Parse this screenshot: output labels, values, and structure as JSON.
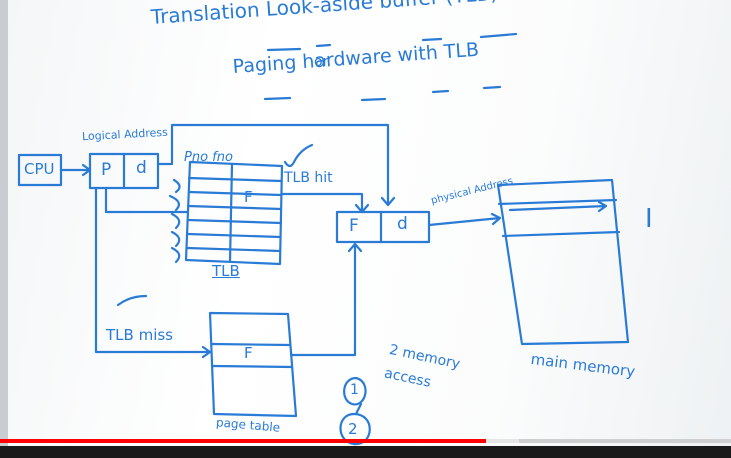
{
  "colors": {
    "ink": "#2a7bd6",
    "board": "#f7f9fa",
    "progress": "#ff0000",
    "controls": "#1a1a1a"
  },
  "heading": {
    "title": "Translation Look-aside buffer (TLB)",
    "or": "or",
    "subtitle": "Paging hardware with TLB"
  },
  "diagram": {
    "cpu": "CPU",
    "logical_address": "Logical Address",
    "p": "P",
    "d": "d",
    "tlb_header": "Pno fno",
    "tlb_f": "F",
    "tlb_label": "TLB",
    "tlb_hit": "TLB hit",
    "phys_f": "F",
    "phys_d": "d",
    "physical_address": "physical Address",
    "tlb_miss": "TLB miss",
    "page_table_f": "F",
    "page_table": "page table",
    "memory_access": "2 memory access",
    "main_memory": "main memory",
    "circle_1": "1",
    "circle_2": "2",
    "marker": "I"
  },
  "video": {
    "progress_fraction": 0.665,
    "buffer_fraction": 0.045
  }
}
